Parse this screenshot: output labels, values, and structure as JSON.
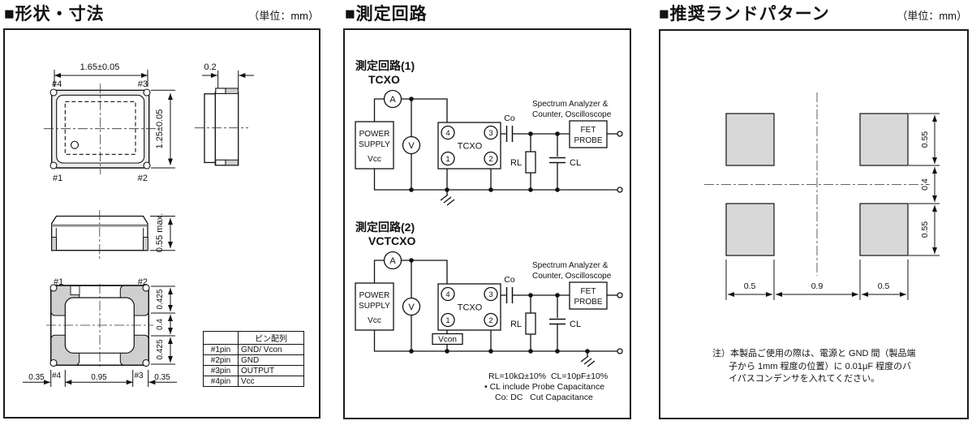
{
  "dim_panel": {
    "title": "■形状・寸法",
    "unit": "（単位：mm）",
    "top_view": {
      "width": "1.65±0.05",
      "height": "1.25±0.05",
      "p4": "#4",
      "p3": "#3",
      "p1": "#1",
      "p2": "#2"
    },
    "side_view": {
      "pad": "0.2"
    },
    "front_view": {
      "height": "0.55 max."
    },
    "bottom_view": {
      "p1": "#1",
      "p2": "#2",
      "p4": "#4",
      "p3": "#3",
      "d1": "0.425",
      "d2": "0.4",
      "d3": "0.425",
      "b1": "0.35",
      "b2": "0.95",
      "b3": "0.35"
    },
    "pin_table": {
      "header": "ピン配列",
      "rows": [
        [
          "#1pin",
          "GND/ Vcon"
        ],
        [
          "#2pin",
          "GND"
        ],
        [
          "#3pin",
          "OUTPUT"
        ],
        [
          "#4pin",
          "Vcc"
        ]
      ]
    }
  },
  "circuit_panel": {
    "title": "■測定回路",
    "c1": {
      "name": "測定回路(1)",
      "type": "TCXO"
    },
    "c2": {
      "name": "測定回路(2)",
      "type": "VCTCXO",
      "vcon": "Vcon"
    },
    "labels": {
      "ammeter": "A",
      "voltmeter": "V",
      "ps1": "POWER",
      "ps2": "SUPPLY",
      "ps3": "Vcc",
      "dut": "TCXO",
      "p1": "1",
      "p2": "2",
      "p3": "3",
      "p4": "4",
      "co": "Co",
      "rl": "RL",
      "cl": "CL",
      "fet1": "FET",
      "fet2": "PROBE",
      "sa1": "Spectrum Analyzer &",
      "sa2": "Counter, Oscilloscope"
    },
    "notes": [
      "RL=10kΩ±10%  CL=10pF±10%",
      "• CL include Probe Capacitance",
      "Co: DC   Cut Capacitance"
    ]
  },
  "land_panel": {
    "title": "■推奨ランドパターン",
    "unit": "（単位：mm）",
    "dims": {
      "r1": "0.55",
      "r2": "0.4",
      "r3": "0.55",
      "b1": "0.5",
      "b2": "0.9",
      "b3": "0.5"
    },
    "note": [
      "注）本製品ご使用の際は、電源と GND 間（製品端",
      "子から 1mm 程度の位置）に 0.01μF 程度のバ",
      "イパスコンデンサを入れてください。"
    ]
  }
}
